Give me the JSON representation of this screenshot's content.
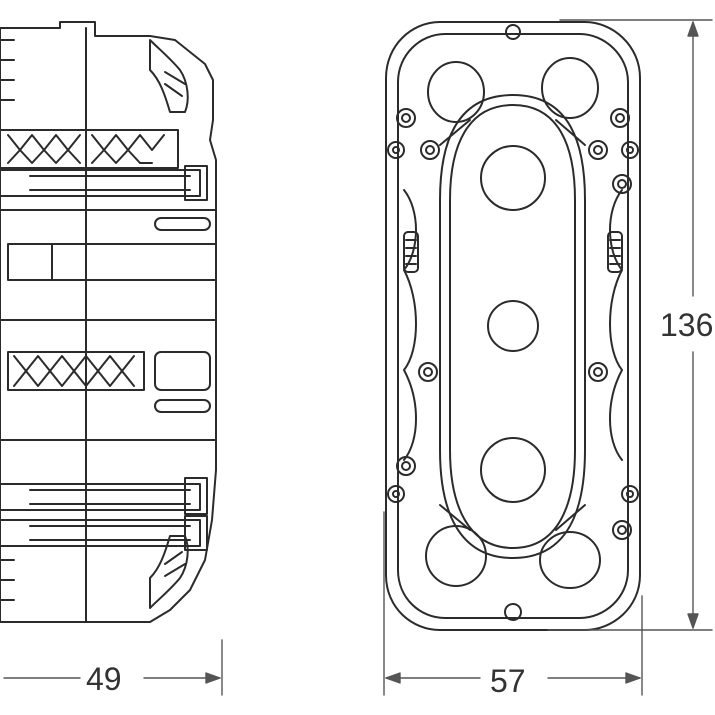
{
  "dimensions": {
    "depth": "49",
    "width": "57",
    "height": "136"
  }
}
